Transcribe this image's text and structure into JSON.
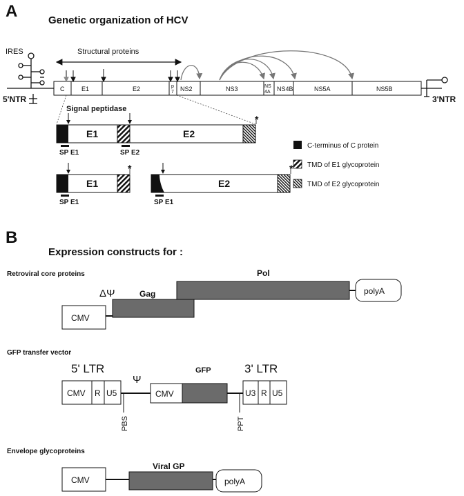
{
  "panelA": {
    "letter": "A",
    "title": "Genetic organization of HCV",
    "ires": "IRES",
    "ntr5": "5'NTR",
    "ntr3": "3'NTR",
    "structural": "Structural proteins",
    "genes": [
      "C",
      "E1",
      "E2",
      "p7",
      "NS2",
      "NS3",
      "NS4A",
      "NS4B",
      "NS5A",
      "NS5B"
    ],
    "gene_display": {
      "p7_top": "p",
      "p7_bot": "7",
      "ns4a_top": "NS",
      "ns4a_bot": "4A"
    },
    "signal_peptidase": "Signal peptidase",
    "box_e1": "E1",
    "box_e2": "E2",
    "sp_e1": "SP E1",
    "sp_e2": "SP E2",
    "asterisk": "*",
    "legend": [
      {
        "label": "C-terminus of C protein",
        "pattern": "solid"
      },
      {
        "label": "TMD of E1 glycoprotein",
        "pattern": "wide-stripes"
      },
      {
        "label": "TMD of E2 glycoprotein",
        "pattern": "narrow-stripes"
      }
    ]
  },
  "panelB": {
    "letter": "B",
    "title": "Expression constructs for :",
    "retro": {
      "label": "Retroviral core proteins",
      "delta_psi": "ΔΨ",
      "gag": "Gag",
      "pol": "Pol",
      "cmv": "CMV",
      "polyA": "polyA"
    },
    "gfp": {
      "label": "GFP transfer vector",
      "ltr5": "5' LTR",
      "ltr3": "3' LTR",
      "cmv": "CMV",
      "r": "R",
      "u5": "U5",
      "u3": "U3",
      "psi": "Ψ",
      "cmv2": "CMV",
      "gfp": "GFP",
      "pbs": "PBS",
      "ppt": "PPT"
    },
    "env": {
      "label": "Envelope glycoproteins",
      "viral_gp": "Viral GP",
      "cmv": "CMV",
      "polyA": "polyA"
    }
  },
  "colors": {
    "ink": "#111111",
    "gray_box": "#6b6b6b"
  }
}
